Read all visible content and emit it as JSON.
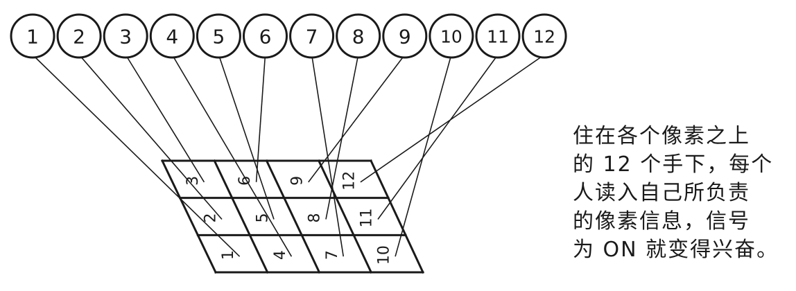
{
  "workers": [
    {
      "label": "1",
      "cell": 1
    },
    {
      "label": "2",
      "cell": 2
    },
    {
      "label": "3",
      "cell": 3
    },
    {
      "label": "4",
      "cell": 4
    },
    {
      "label": "5",
      "cell": 5
    },
    {
      "label": "6",
      "cell": 6
    },
    {
      "label": "7",
      "cell": 7
    },
    {
      "label": "8",
      "cell": 8
    },
    {
      "label": "9",
      "cell": 9
    },
    {
      "label": "10",
      "cell": 10
    },
    {
      "label": "11",
      "cell": 11
    },
    {
      "label": "12",
      "cell": 12
    }
  ],
  "grid": {
    "cells": [
      {
        "label": "1",
        "col": 0,
        "row": 2
      },
      {
        "label": "2",
        "col": 0,
        "row": 1
      },
      {
        "label": "3",
        "col": 0,
        "row": 0
      },
      {
        "label": "4",
        "col": 1,
        "row": 2
      },
      {
        "label": "5",
        "col": 1,
        "row": 1
      },
      {
        "label": "6",
        "col": 1,
        "row": 0
      },
      {
        "label": "7",
        "col": 2,
        "row": 2
      },
      {
        "label": "8",
        "col": 2,
        "row": 1
      },
      {
        "label": "9",
        "col": 2,
        "row": 0
      },
      {
        "label": "10",
        "col": 3,
        "row": 2
      },
      {
        "label": "11",
        "col": 3,
        "row": 1
      },
      {
        "label": "12",
        "col": 3,
        "row": 0
      }
    ]
  },
  "caption": {
    "lines": [
      "住在各个像素之上",
      "的 12 个手下，每个",
      "人读入自己所负责",
      "的像素信息，信号",
      "为 ON 就变得兴奋。"
    ]
  },
  "colors": {
    "ink": "#1a1a1a",
    "background": "#ffffff"
  }
}
